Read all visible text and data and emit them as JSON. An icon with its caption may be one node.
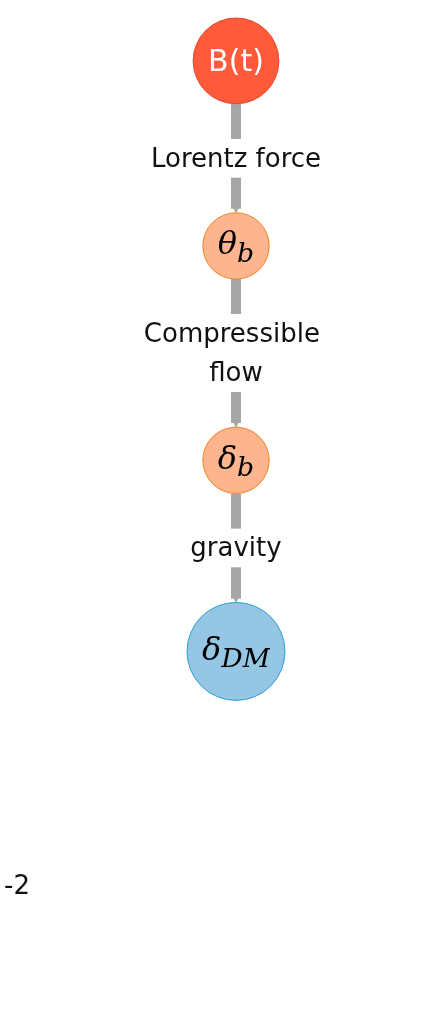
{
  "diagram": {
    "nodes": [
      {
        "text": [
          "B(t)"
        ]
      },
      {
        "text": [
          "θ$_{b}$"
        ]
      },
      {
        "text": [
          "δ$_{b}$"
        ]
      },
      {
        "text": [
          "δ$_{DM}$"
        ]
      }
    ],
    "edges": [
      {
        "from": 0,
        "to": 1,
        "arrow": "to",
        "label": "Lorentz force"
      },
      {
        "from": 1,
        "to": 2,
        "arrow": "to",
        "label": "Compressible flow"
      },
      {
        "from": 2,
        "to": 3,
        "arrow": "to",
        "label": "gravity"
      }
    ],
    "labels": [
      "-2"
    ]
  }
}
